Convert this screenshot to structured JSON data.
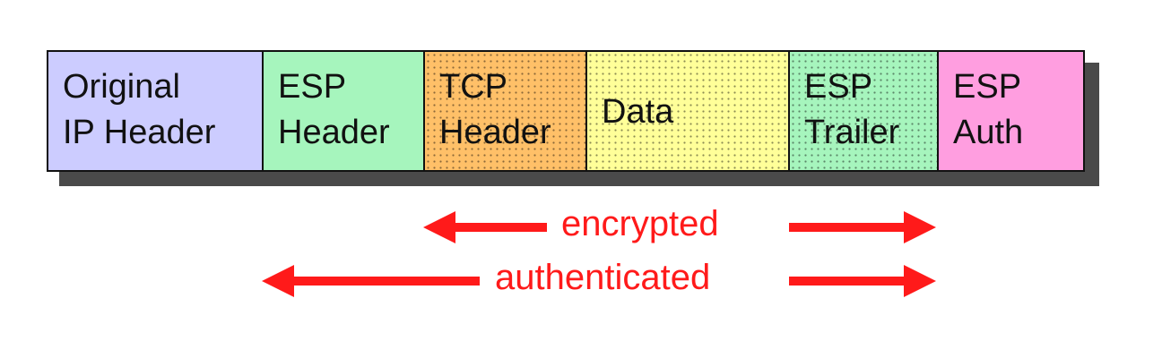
{
  "segments": [
    {
      "id": "original-ip-header",
      "lines": [
        "Original",
        "IP Header"
      ],
      "color": "#ccccff",
      "dotted": false
    },
    {
      "id": "esp-header",
      "lines": [
        "ESP",
        "Header"
      ],
      "color": "#a6f5bd",
      "dotted": false
    },
    {
      "id": "tcp-header",
      "lines": [
        "TCP",
        "Header"
      ],
      "color": "#ffc068",
      "dotted": true
    },
    {
      "id": "data",
      "lines": [
        "Data"
      ],
      "color": "#ffff99",
      "dotted": true
    },
    {
      "id": "esp-trailer",
      "lines": [
        "ESP",
        "Trailer"
      ],
      "color": "#a6f5bd",
      "dotted": true
    },
    {
      "id": "esp-auth",
      "lines": [
        "ESP",
        "Auth"
      ],
      "color": "#ff9ee0",
      "dotted": false
    }
  ],
  "ranges": {
    "encrypted": {
      "label": "encrypted",
      "from": "tcp-header",
      "to": "esp-trailer"
    },
    "authenticated": {
      "label": "authenticated",
      "from": "esp-header",
      "to": "esp-trailer"
    }
  },
  "arrow_color": "#ff1a1a"
}
